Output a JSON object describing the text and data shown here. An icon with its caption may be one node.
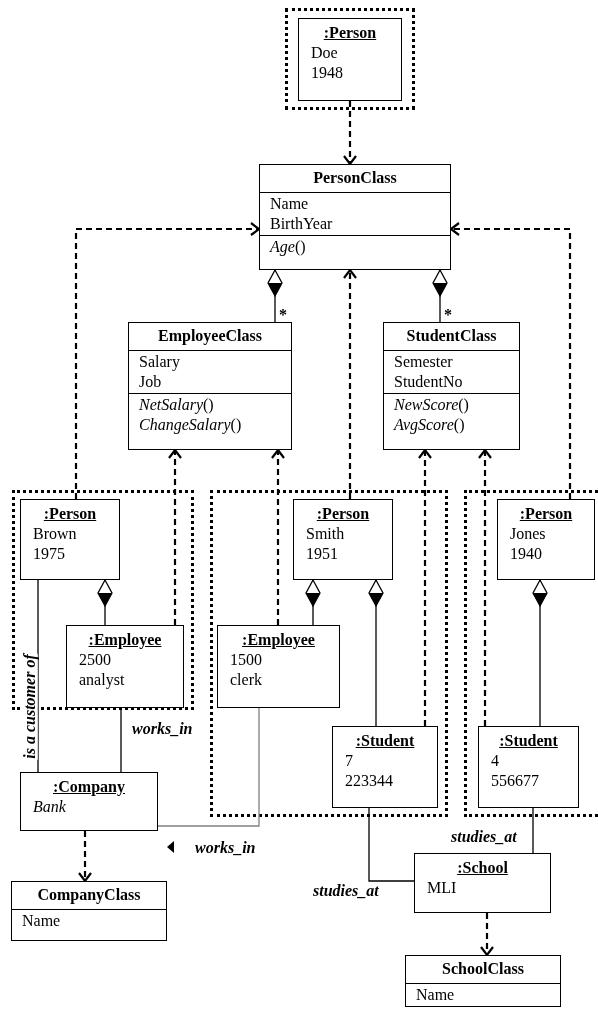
{
  "diagram": {
    "nodes": [
      {
        "text": [],
        "shape": "box"
      },
      {
        "text": [
          ":Person",
          "Doe",
          "1948"
        ],
        "in": 0
      },
      {
        "text": [
          "PersonClass",
          "Name",
          "BirthYear",
          "*Age*()"
        ]
      },
      {
        "text": [
          "EmployeeClass",
          "Salary",
          "Job",
          "*NetSalary*()",
          "*ChangeSalary*()"
        ]
      },
      {
        "text": [
          "StudentClass",
          "Semester",
          "StudentNo",
          "*NewScore*()",
          "*AvgScore*()"
        ]
      },
      {
        "text": [],
        "shape": "box"
      },
      {
        "text": [
          ":Person",
          "Brown",
          "1975"
        ],
        "in": 5
      },
      {
        "text": [
          ":Employee",
          "2500",
          "analyst"
        ],
        "in": 5
      },
      {
        "text": [],
        "shape": "box"
      },
      {
        "text": [
          ":Person",
          "Smith",
          "1951"
        ],
        "in": 8
      },
      {
        "text": [
          ":Employee",
          "1500",
          "clerk"
        ],
        "in": 8
      },
      {
        "text": [
          ":Student",
          "7",
          "223344"
        ],
        "in": 8
      },
      {
        "text": [],
        "shape": "box"
      },
      {
        "text": [
          ":Person",
          "Jones",
          "1940"
        ],
        "in": 12
      },
      {
        "text": [
          ":Student",
          "4",
          "556677"
        ],
        "in": 12
      },
      {
        "text": [
          ":Company",
          "Bank"
        ]
      },
      {
        "text": [
          "CompanyClass",
          "Name"
        ]
      },
      {
        "text": [
          ":School",
          "MLI"
        ]
      },
      {
        "text": [
          "SchoolClass",
          "Name"
        ]
      }
    ],
    "edges": [
      {
        "from": 1,
        "to": 2,
        "arrow": "to",
        "style": "dashed"
      },
      {
        "from": 6,
        "to": 2,
        "arrow": "to",
        "style": "dashed"
      },
      {
        "from": 13,
        "to": 2,
        "arrow": "to",
        "style": "dashed"
      },
      {
        "from": 3,
        "to": 2,
        "arrow": "other",
        "label": "*"
      },
      {
        "from": 4,
        "to": 2,
        "arrow": "other",
        "label": "*"
      },
      {
        "from": 9,
        "to": 2,
        "arrow": "to",
        "style": "dashed"
      },
      {
        "from": 7,
        "to": 3,
        "arrow": "to",
        "style": "dashed"
      },
      {
        "from": 10,
        "to": 3,
        "arrow": "to",
        "style": "dashed"
      },
      {
        "from": 11,
        "to": 4,
        "arrow": "to",
        "style": "dashed"
      },
      {
        "from": 14,
        "to": 4,
        "arrow": "to",
        "style": "dashed"
      },
      {
        "from": 7,
        "to": 6,
        "arrow": "other"
      },
      {
        "from": 10,
        "to": 9,
        "arrow": "other"
      },
      {
        "from": 11,
        "to": 9,
        "arrow": "other"
      },
      {
        "from": 14,
        "to": 13,
        "arrow": "other"
      },
      {
        "from": 6,
        "to": 15,
        "arrow": "none",
        "label": "is a customer of"
      },
      {
        "from": 7,
        "to": 15,
        "arrow": "none",
        "label": "works_in"
      },
      {
        "from": 10,
        "to": 15,
        "arrow": "none",
        "label": "works_in",
        "color": "#808080"
      },
      {
        "from": 15,
        "to": 16,
        "arrow": "to",
        "style": "dashed"
      },
      {
        "from": 11,
        "to": 17,
        "arrow": "none",
        "label": "studies_at"
      },
      {
        "from": 14,
        "to": 17,
        "arrow": "none",
        "label": "studies_at"
      },
      {
        "from": 17,
        "to": 18,
        "arrow": "to",
        "style": "dashed"
      }
    ]
  }
}
